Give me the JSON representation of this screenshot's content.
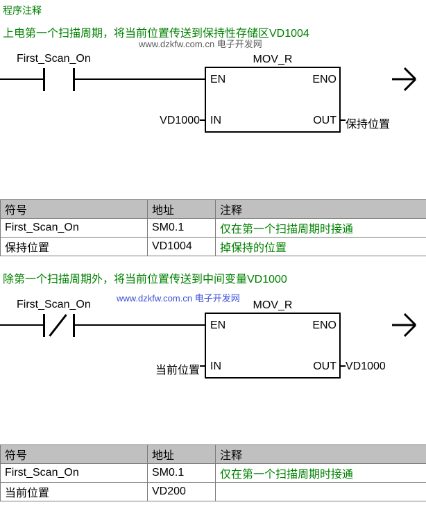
{
  "page": {
    "title": "程序注释",
    "watermark1": "www.dzkfw.com.cn 电子开发网",
    "watermark2": "www.dzkfw.com.cn 电子开发网"
  },
  "network1": {
    "comment": "上电第一个扫描周期，将当前位置传送到保持性存储区VD1004",
    "contact_label": "First_Scan_On",
    "box_title": "MOV_R",
    "pin_en": "EN",
    "pin_eno": "ENO",
    "pin_in": "IN",
    "pin_out": "OUT",
    "in_operand": "VD1000",
    "out_operand": "保持位置"
  },
  "symbol_table1": {
    "headers": [
      "符号",
      "地址",
      "注释"
    ],
    "rows": [
      {
        "symbol": "First_Scan_On",
        "address": "SM0.1",
        "comment": "仅在第一个扫描周期时接通"
      },
      {
        "symbol": "保持位置",
        "address": "VD1004",
        "comment": "掉保持的位置"
      }
    ]
  },
  "network2": {
    "comment": "除第一个扫描周期外，将当前位置传送到中间变量VD1000",
    "contact_label": "First_Scan_On",
    "box_title": "MOV_R",
    "pin_en": "EN",
    "pin_eno": "ENO",
    "pin_in": "IN",
    "pin_out": "OUT",
    "in_operand": "当前位置",
    "out_operand": "VD1000"
  },
  "symbol_table2": {
    "headers": [
      "符号",
      "地址",
      "注释"
    ],
    "rows": [
      {
        "symbol": "First_Scan_On",
        "address": "SM0.1",
        "comment": "仅在第一个扫描周期时接通"
      },
      {
        "symbol": "当前位置",
        "address": "VD200",
        "comment": ""
      }
    ]
  },
  "colors": {
    "comment_green": "#008000",
    "table_header_bg": "#c0c0c0",
    "watermark_gray": "#5a5a5a",
    "watermark_blue": "#3b4ed8"
  }
}
